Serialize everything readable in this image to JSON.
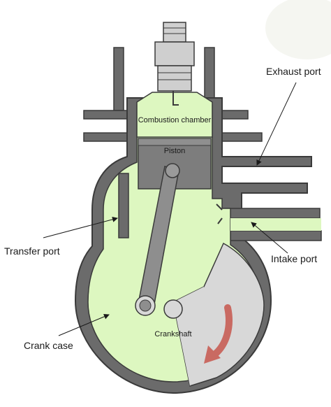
{
  "labels": {
    "exhaust_port": "Exhaust port",
    "transfer_port": "Transfer port",
    "intake_port": "Intake port",
    "crank_case": "Crank case",
    "combustion_chamber": "Combustion chamber",
    "piston": "Piston",
    "crankshaft": "Crankshaft"
  },
  "colors": {
    "engine_wall": "#6b6b6b",
    "wall_outline": "#3a3a3a",
    "mixture": "#ddf7c0",
    "piston": "#7d7d7d",
    "connecting_rod": "#8e8e8e",
    "counterweight": "#d8d8d8",
    "rotation_arrow": "#c96a62",
    "spark_plug": "#cfcfcf",
    "leader_line": "#1a1a1a"
  },
  "icons": {
    "rotation": "curved-arrow-icon",
    "spark_plug": "spark-plug-icon"
  }
}
